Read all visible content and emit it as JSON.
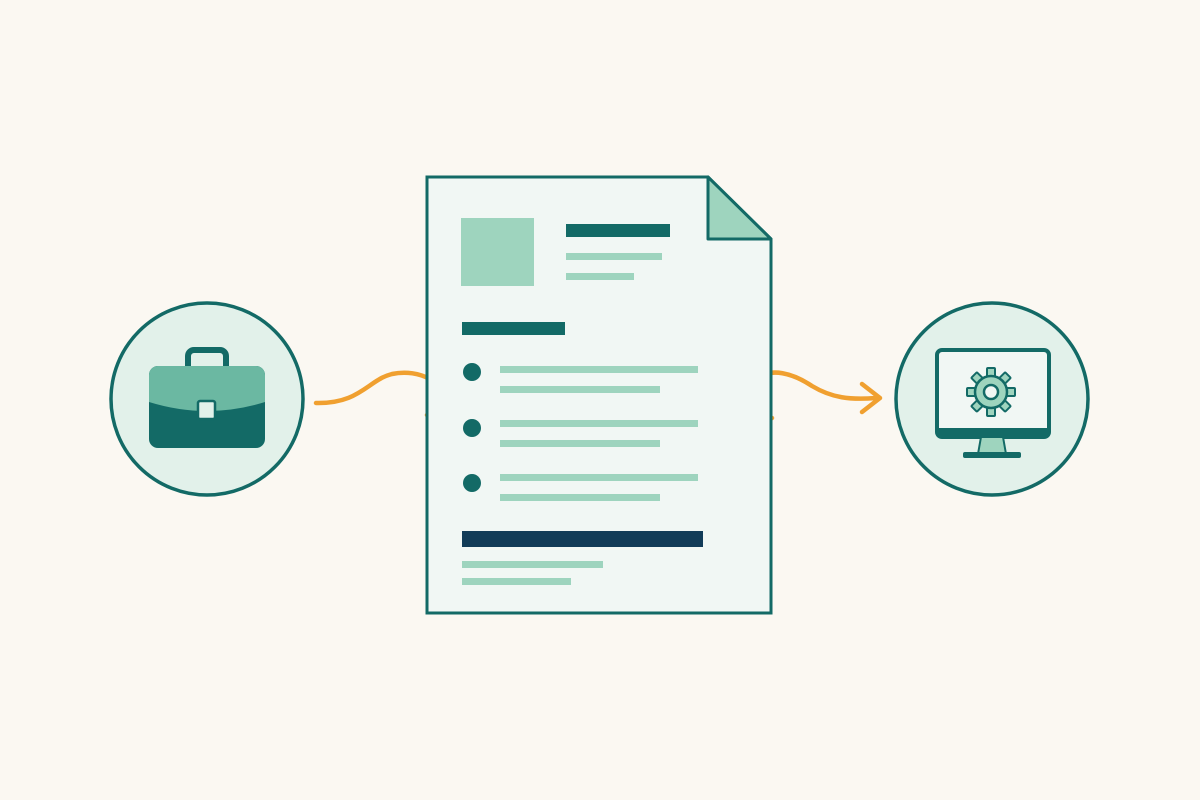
{
  "diagram": {
    "nodes": [
      {
        "id": "source",
        "icon": "briefcase-icon"
      },
      {
        "id": "document",
        "icon": "resume-document-icon"
      },
      {
        "id": "target",
        "icon": "computer-settings-icon"
      }
    ],
    "connectors": [
      {
        "from": "source",
        "to": "document",
        "arrowhead": false
      },
      {
        "from": "document",
        "to": "target",
        "arrowhead": true
      }
    ],
    "document": {
      "bullet_count": 3
    }
  },
  "colors": {
    "background": "#fbf8f2",
    "primary_teal": "#136a66",
    "dark_navy": "#123c58",
    "light_teal": "#9ed4be",
    "pale_mint": "#e2f1ea",
    "paper": "#f1f7f4",
    "accent_orange": "#f0a030"
  }
}
